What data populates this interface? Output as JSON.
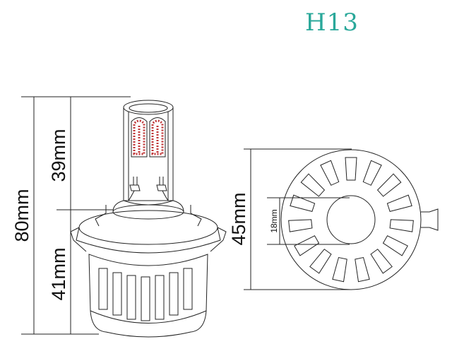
{
  "title": "H13",
  "dimensions": {
    "total_height": "80mm",
    "upper_height": "39mm",
    "lower_height": "41mm",
    "diameter": "45mm",
    "inner_diameter": "18mm"
  },
  "colors": {
    "title": "#2aa89a",
    "line": "#222222",
    "led_chip": "#c0383a"
  }
}
